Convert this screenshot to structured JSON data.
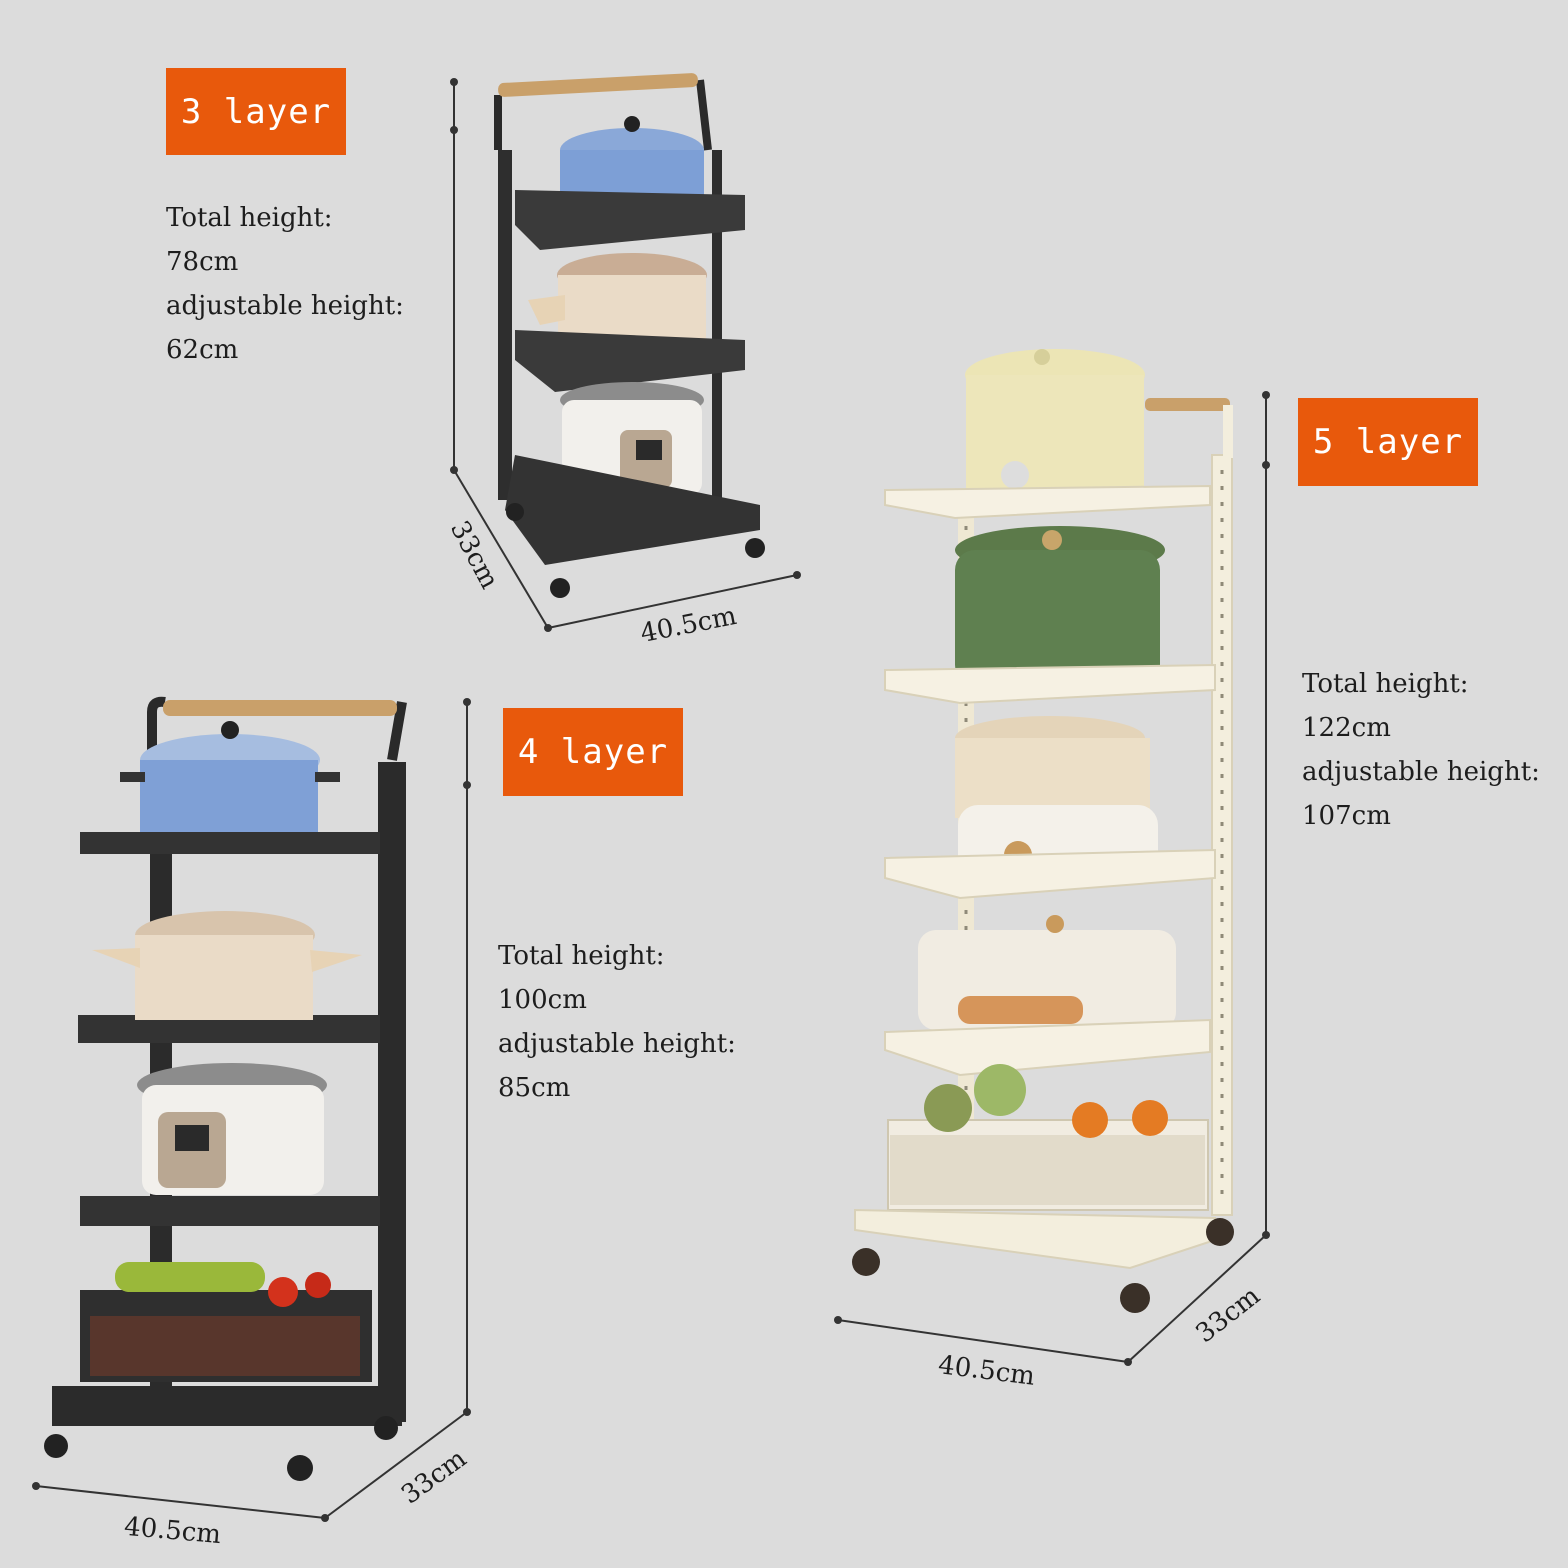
{
  "racks": [
    {
      "badge": "3 layer",
      "total_height_label": "Total height:",
      "total_height_value": "78cm",
      "adjustable_height_label": "adjustable height:",
      "adjustable_height_value": "62cm",
      "depth": "33cm",
      "width": "40.5cm",
      "frame_color": "#2e2e2e"
    },
    {
      "badge": "4 layer",
      "total_height_label": "Total height:",
      "total_height_value": "100cm",
      "adjustable_height_label": "adjustable height:",
      "adjustable_height_value": "85cm",
      "depth": "33cm",
      "width": "40.5cm",
      "frame_color": "#2e2e2e"
    },
    {
      "badge": "5 layer",
      "total_height_label": "Total height:",
      "total_height_value": "122cm",
      "adjustable_height_label": "adjustable height:",
      "adjustable_height_value": "107cm",
      "depth": "33cm",
      "width": "40.5cm",
      "frame_color": "#f3eedd"
    }
  ],
  "colors": {
    "badge": "#e8590c",
    "background": "#dcdcdc"
  }
}
